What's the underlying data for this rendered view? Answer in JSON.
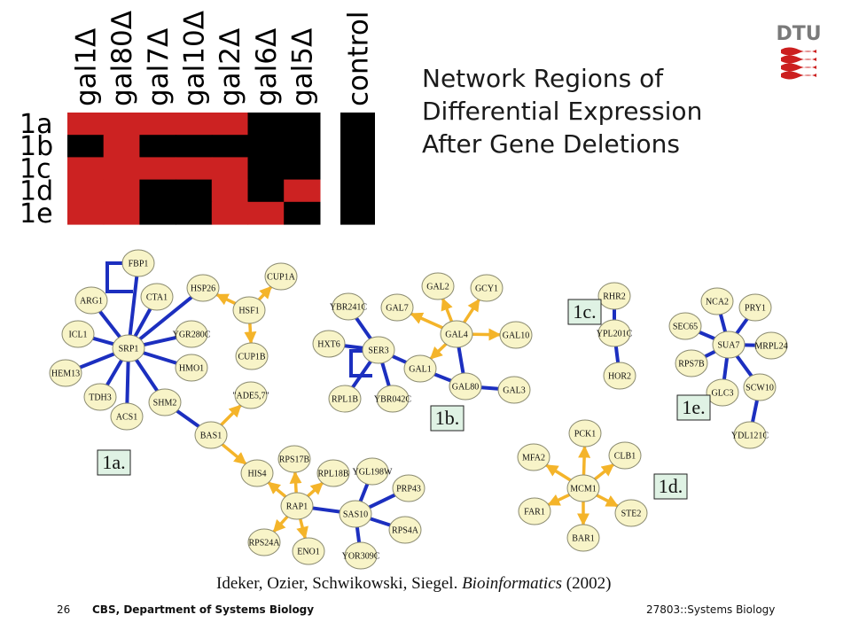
{
  "title": {
    "line1": "Network Regions of",
    "line2": "Differential Expression",
    "line3": "After Gene Deletions"
  },
  "logo": {
    "text": "DTU"
  },
  "heatmap": {
    "columns": [
      "gal1Δ",
      "gal80Δ",
      "gal7Δ",
      "gal10Δ",
      "gal2Δ",
      "gal6Δ",
      "gal5Δ"
    ],
    "control_label": "control",
    "rows": [
      "1a",
      "1b",
      "1c",
      "1d",
      "1e"
    ],
    "cells": [
      [
        "red",
        "red",
        "red",
        "red",
        "red",
        "black",
        "black"
      ],
      [
        "black",
        "red",
        "black",
        "black",
        "black",
        "black",
        "black"
      ],
      [
        "red",
        "red",
        "red",
        "red",
        "red",
        "black",
        "black"
      ],
      [
        "red",
        "red",
        "black",
        "black",
        "red",
        "black",
        "red"
      ],
      [
        "red",
        "red",
        "black",
        "black",
        "red",
        "red",
        "black"
      ]
    ],
    "control_cells": [
      "black",
      "black",
      "black",
      "black",
      "black"
    ],
    "colors": {
      "red": "#cc2222",
      "black": "#000000"
    }
  },
  "network": {
    "colors": {
      "node_fill": "#f8f4c8",
      "node_stroke": "#8a8a70",
      "blue_edge": "#1c2fbf",
      "yellow_edge": "#f4b42a",
      "region_fill": "#dff2e4"
    },
    "regions": [
      {
        "id": "r1a",
        "label": "1a."
      },
      {
        "id": "r1b",
        "label": "1b."
      },
      {
        "id": "r1c",
        "label": "1c."
      },
      {
        "id": "r1d",
        "label": "1d."
      },
      {
        "id": "r1e",
        "label": "1e."
      }
    ],
    "nodes": [
      {
        "id": "FBP1",
        "label": "FBP1"
      },
      {
        "id": "ARG1",
        "label": "ARG1"
      },
      {
        "id": "CTA1",
        "label": "CTA1"
      },
      {
        "id": "HSP26",
        "label": "HSP26"
      },
      {
        "id": "CUP1A",
        "label": "CUP1A"
      },
      {
        "id": "HSF1",
        "label": "HSF1"
      },
      {
        "id": "ICL1",
        "label": "ICL1"
      },
      {
        "id": "SRP1",
        "label": "SRP1"
      },
      {
        "id": "YGR280C",
        "label": "YGR280C"
      },
      {
        "id": "HEM13",
        "label": "HEM13"
      },
      {
        "id": "HMO1",
        "label": "HMO1"
      },
      {
        "id": "CUP1B",
        "label": "CUP1B"
      },
      {
        "id": "TDH3",
        "label": "TDH3"
      },
      {
        "id": "SHM2",
        "label": "SHM2"
      },
      {
        "id": "ADE57",
        "label": "\"ADE5,7\""
      },
      {
        "id": "ACS1",
        "label": "ACS1"
      },
      {
        "id": "BAS1",
        "label": "BAS1"
      },
      {
        "id": "HIS4",
        "label": "HIS4"
      },
      {
        "id": "RPS17B",
        "label": "RPS17B"
      },
      {
        "id": "RPL18B",
        "label": "RPL18B"
      },
      {
        "id": "YGL198W",
        "label": "YGL198W"
      },
      {
        "id": "PRP43",
        "label": "PRP43"
      },
      {
        "id": "RAP1",
        "label": "RAP1"
      },
      {
        "id": "SAS10",
        "label": "SAS10"
      },
      {
        "id": "RPS4A",
        "label": "RPS4A"
      },
      {
        "id": "RPS24A",
        "label": "RPS24A"
      },
      {
        "id": "ENO1",
        "label": "ENO1"
      },
      {
        "id": "YOR309C",
        "label": "YOR309C"
      },
      {
        "id": "GAL2",
        "label": "GAL2"
      },
      {
        "id": "GCY1",
        "label": "GCY1"
      },
      {
        "id": "YBR241C",
        "label": "YBR241C"
      },
      {
        "id": "GAL7",
        "label": "GAL7"
      },
      {
        "id": "GAL4",
        "label": "GAL4"
      },
      {
        "id": "GAL10",
        "label": "GAL10"
      },
      {
        "id": "HXT6",
        "label": "HXT6"
      },
      {
        "id": "SER3",
        "label": "SER3"
      },
      {
        "id": "GAL1",
        "label": "GAL1"
      },
      {
        "id": "GAL80",
        "label": "GAL80"
      },
      {
        "id": "GAL3",
        "label": "GAL3"
      },
      {
        "id": "RPL1B",
        "label": "RPL1B"
      },
      {
        "id": "YBR042C",
        "label": "YBR042C"
      },
      {
        "id": "RHR2",
        "label": "RHR2"
      },
      {
        "id": "YPL201C",
        "label": "YPL201C"
      },
      {
        "id": "HOR2",
        "label": "HOR2"
      },
      {
        "id": "NCA2",
        "label": "NCA2"
      },
      {
        "id": "PRY1",
        "label": "PRY1"
      },
      {
        "id": "SEC65",
        "label": "SEC65"
      },
      {
        "id": "SUA7",
        "label": "SUA7"
      },
      {
        "id": "MRPL24",
        "label": "MRPL24"
      },
      {
        "id": "RPS7B",
        "label": "RPS7B"
      },
      {
        "id": "SCW10",
        "label": "SCW10"
      },
      {
        "id": "GLC3",
        "label": "GLC3"
      },
      {
        "id": "YDL121C",
        "label": "YDL121C"
      },
      {
        "id": "PCK1",
        "label": "PCK1"
      },
      {
        "id": "MFA2",
        "label": "MFA2"
      },
      {
        "id": "CLB1",
        "label": "CLB1"
      },
      {
        "id": "MCM1",
        "label": "MCM1"
      },
      {
        "id": "FAR1",
        "label": "FAR1"
      },
      {
        "id": "STE2",
        "label": "STE2"
      },
      {
        "id": "BAR1",
        "label": "BAR1"
      }
    ],
    "edges": [
      {
        "from": "SRP1",
        "to": "FBP1",
        "type": "protein"
      },
      {
        "from": "SRP1",
        "to": "ARG1",
        "type": "protein"
      },
      {
        "from": "SRP1",
        "to": "CTA1",
        "type": "protein"
      },
      {
        "from": "SRP1",
        "to": "HSP26",
        "type": "protein"
      },
      {
        "from": "SRP1",
        "to": "ICL1",
        "type": "protein"
      },
      {
        "from": "SRP1",
        "to": "YGR280C",
        "type": "protein"
      },
      {
        "from": "SRP1",
        "to": "HEM13",
        "type": "protein"
      },
      {
        "from": "SRP1",
        "to": "HMO1",
        "type": "protein"
      },
      {
        "from": "SRP1",
        "to": "TDH3",
        "type": "protein"
      },
      {
        "from": "SRP1",
        "to": "ACS1",
        "type": "protein"
      },
      {
        "from": "SRP1",
        "to": "SHM2",
        "type": "protein"
      },
      {
        "from": "HSF1",
        "to": "HSP26",
        "type": "regulatory"
      },
      {
        "from": "HSF1",
        "to": "CUP1A",
        "type": "regulatory"
      },
      {
        "from": "HSF1",
        "to": "CUP1B",
        "type": "regulatory"
      },
      {
        "from": "SHM2",
        "to": "BAS1",
        "type": "protein"
      },
      {
        "from": "BAS1",
        "to": "ADE57",
        "type": "regulatory"
      },
      {
        "from": "BAS1",
        "to": "HIS4",
        "type": "regulatory"
      },
      {
        "from": "RAP1",
        "to": "HIS4",
        "type": "regulatory"
      },
      {
        "from": "RAP1",
        "to": "RPS17B",
        "type": "regulatory"
      },
      {
        "from": "RAP1",
        "to": "RPL18B",
        "type": "regulatory"
      },
      {
        "from": "RAP1",
        "to": "RPS24A",
        "type": "regulatory"
      },
      {
        "from": "RAP1",
        "to": "ENO1",
        "type": "regulatory"
      },
      {
        "from": "RAP1",
        "to": "SAS10",
        "type": "protein"
      },
      {
        "from": "SAS10",
        "to": "YGL198W",
        "type": "protein"
      },
      {
        "from": "SAS10",
        "to": "PRP43",
        "type": "protein"
      },
      {
        "from": "SAS10",
        "to": "RPS4A",
        "type": "protein"
      },
      {
        "from": "SAS10",
        "to": "YOR309C",
        "type": "protein"
      },
      {
        "from": "GAL4",
        "to": "GAL2",
        "type": "regulatory"
      },
      {
        "from": "GAL4",
        "to": "GCY1",
        "type": "regulatory"
      },
      {
        "from": "GAL4",
        "to": "GAL7",
        "type": "regulatory"
      },
      {
        "from": "GAL4",
        "to": "GAL10",
        "type": "regulatory"
      },
      {
        "from": "GAL4",
        "to": "GAL1",
        "type": "regulatory"
      },
      {
        "from": "GAL4",
        "to": "GAL80",
        "type": "protein"
      },
      {
        "from": "GAL80",
        "to": "GAL3",
        "type": "protein"
      },
      {
        "from": "GAL1",
        "to": "GAL80",
        "type": "protein"
      },
      {
        "from": "SER3",
        "to": "YBR241C",
        "type": "protein"
      },
      {
        "from": "SER3",
        "to": "HXT6",
        "type": "protein"
      },
      {
        "from": "SER3",
        "to": "RPL1B",
        "type": "protein"
      },
      {
        "from": "SER3",
        "to": "YBR042C",
        "type": "protein"
      },
      {
        "from": "SER3",
        "to": "GAL1",
        "type": "protein"
      },
      {
        "from": "YPL201C",
        "to": "RHR2",
        "type": "protein"
      },
      {
        "from": "YPL201C",
        "to": "HOR2",
        "type": "protein"
      },
      {
        "from": "SUA7",
        "to": "NCA2",
        "type": "protein"
      },
      {
        "from": "SUA7",
        "to": "PRY1",
        "type": "protein"
      },
      {
        "from": "SUA7",
        "to": "SEC65",
        "type": "protein"
      },
      {
        "from": "SUA7",
        "to": "MRPL24",
        "type": "protein"
      },
      {
        "from": "SUA7",
        "to": "RPS7B",
        "type": "protein"
      },
      {
        "from": "SUA7",
        "to": "GLC3",
        "type": "protein"
      },
      {
        "from": "SUA7",
        "to": "SCW10",
        "type": "protein"
      },
      {
        "from": "SCW10",
        "to": "YDL121C",
        "type": "protein"
      },
      {
        "from": "MCM1",
        "to": "PCK1",
        "type": "regulatory"
      },
      {
        "from": "MCM1",
        "to": "MFA2",
        "type": "regulatory"
      },
      {
        "from": "MCM1",
        "to": "CLB1",
        "type": "regulatory"
      },
      {
        "from": "MCM1",
        "to": "FAR1",
        "type": "regulatory"
      },
      {
        "from": "MCM1",
        "to": "STE2",
        "type": "regulatory"
      },
      {
        "from": "MCM1",
        "to": "BAR1",
        "type": "regulatory"
      }
    ]
  },
  "citation": {
    "authors": "Ideker, Ozier, Schwikowski, Siegel. ",
    "journal": "Bioinformatics",
    "year": " (2002)"
  },
  "footer": {
    "page": "26",
    "institution": "CBS, Department of Systems Biology",
    "course": "27803::Systems Biology"
  }
}
